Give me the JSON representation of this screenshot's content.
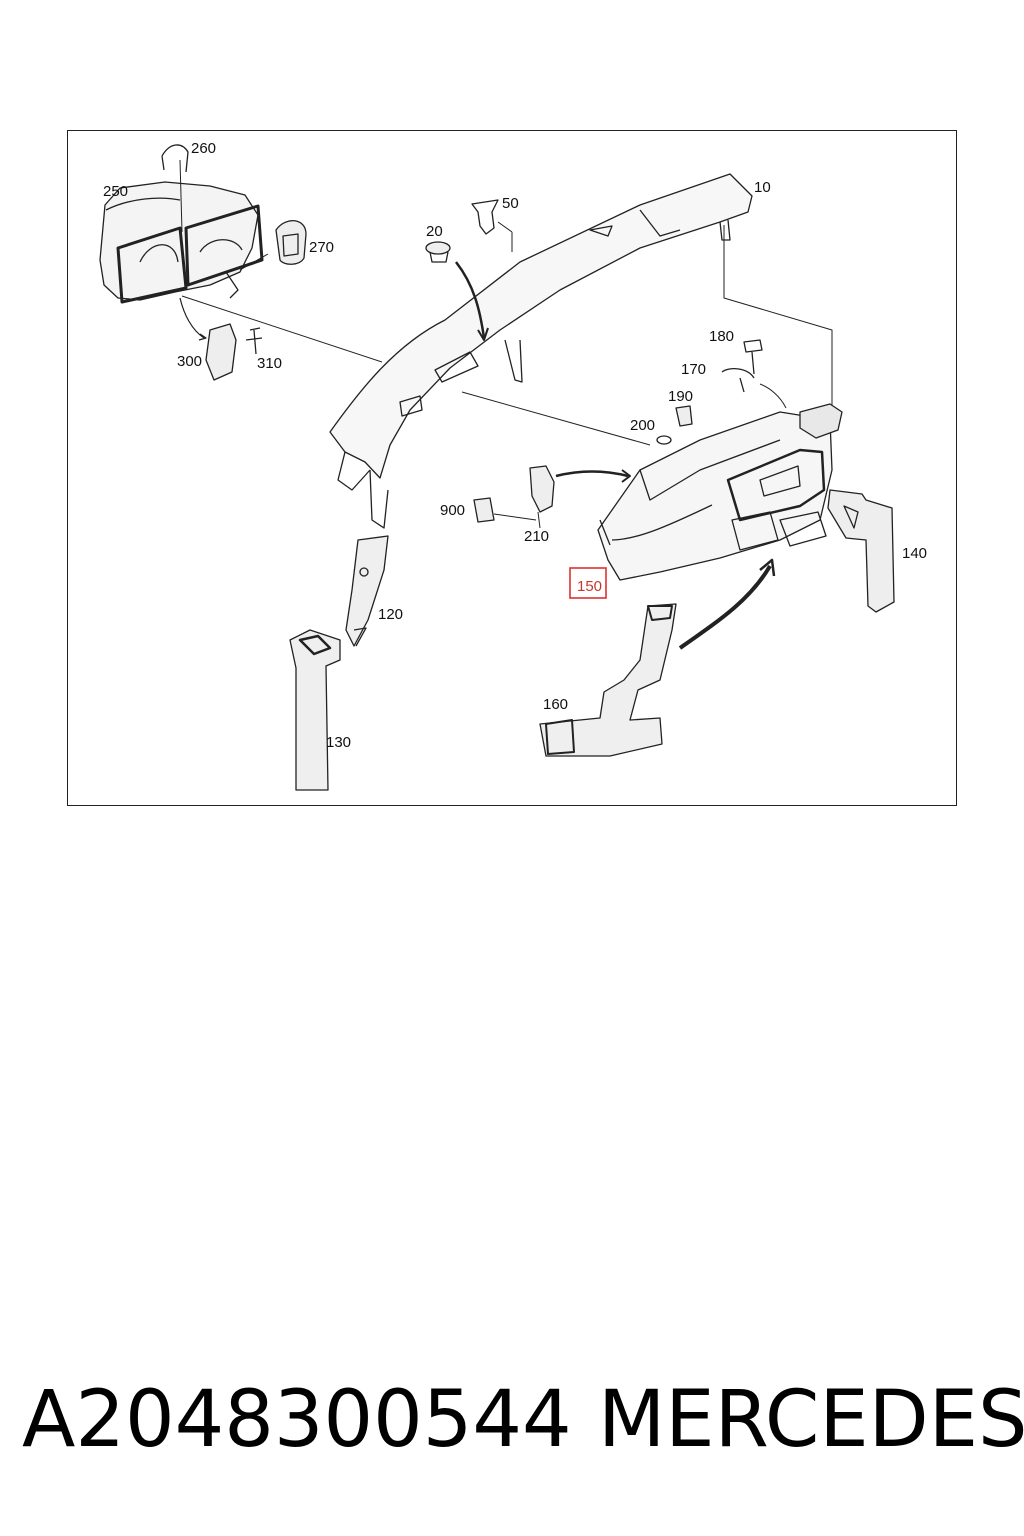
{
  "diagram": {
    "callouts": {
      "c10": "10",
      "c20": "20",
      "c50": "50",
      "c120": "120",
      "c130": "130",
      "c140": "140",
      "c150": "150",
      "c160": "160",
      "c170": "170",
      "c180": "180",
      "c190": "190",
      "c200": "200",
      "c210": "210",
      "c250": "250",
      "c260": "260",
      "c270": "270",
      "c300": "300",
      "c310": "310",
      "c900": "900"
    },
    "highlighted_callout": "150",
    "highlight_color": "#e03030"
  },
  "footer": {
    "part_number": "A2048300544",
    "brand": "MERCEDES"
  }
}
